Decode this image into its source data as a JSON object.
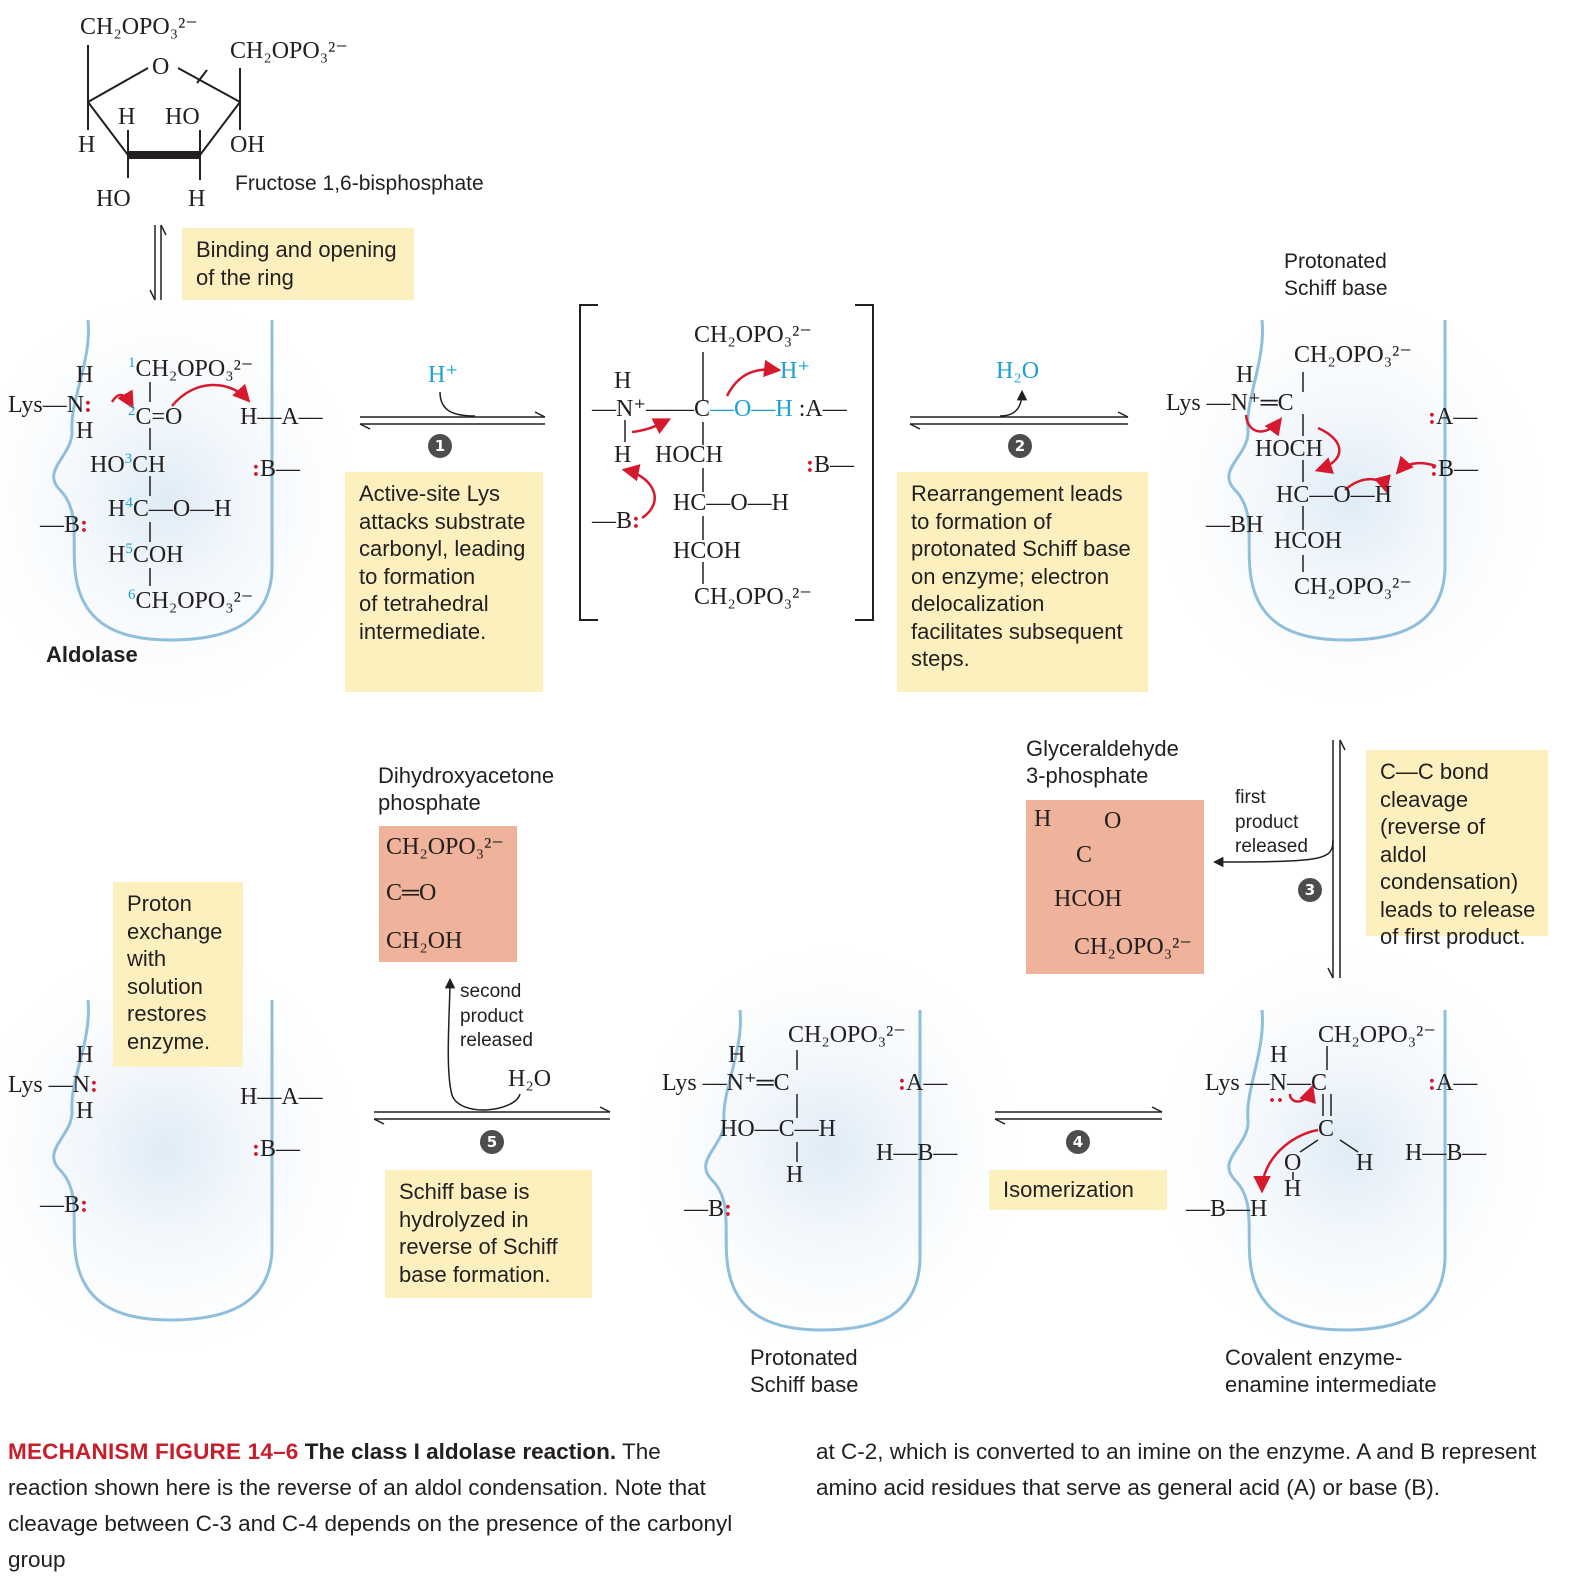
{
  "colors": {
    "note_bg": "#fdf0bf",
    "product_bg": "#efb29a",
    "arrow_red": "#d7192e",
    "atom_blue": "#1ba1d6",
    "enzyme_outline": "#8fbfdc",
    "enzyme_fill": "#e4eff8",
    "caption_red": "#c81e2b",
    "step_badge": "#4d4d4f"
  },
  "substrate": {
    "name": "Fructose 1,6-bisphosphate",
    "groups": {
      "c1": "CH₂OPO₃²⁻",
      "c6": "CH₂OPO₃²⁻",
      "ring_o": "O",
      "h1": "H",
      "ho1": "HO",
      "h_left": "H",
      "oh_right": "OH",
      "ho_bottom": "HO",
      "h_bottom": "H"
    }
  },
  "binding_note": "Binding and opening\nof the ring",
  "enzyme_label": "Aldolase",
  "panel1": {
    "lys": "Lys",
    "n": "N",
    "lone_pair": ":",
    "h_top": "H",
    "h_bottom": "H",
    "c1": "CH₂OPO₃²⁻",
    "c1_num": "1",
    "c2": "C",
    "c2_num": "2",
    "c2_o": "=O",
    "c3": "HO",
    "c3_num": "3",
    "c3_tail": "CH",
    "c4": "H",
    "c4_num": "4",
    "c4_tail": "C—O—H",
    "c5": "H",
    "c5_num": "5",
    "c5_tail": "COH",
    "c6": "CH₂OPO₃²⁻",
    "c6_num": "6",
    "ha": "H—A—",
    "b_right": ":B—",
    "b_left": "—B:"
  },
  "step1": {
    "num": "1",
    "reagent": "H⁺",
    "note": "Active-site Lys\nattacks substrate\ncarbonyl, leading\nto formation\nof tetrahedral\nintermediate."
  },
  "intermediate": {
    "top": "CH₂OPO₃²⁻",
    "h_plus": "H⁺",
    "h_top": "H",
    "n_plus": "—N⁺—",
    "c": "C",
    "oh": "—O—H",
    "a": ":A—",
    "h_low": "H",
    "hoch": "HOCH",
    "b_right": ":B—",
    "b_left": "—B:",
    "hc": "HC—O—H",
    "hcoh": "HCOH",
    "bottom": "CH₂OPO₃²⁻"
  },
  "step2": {
    "num": "2",
    "reagent": "H₂O",
    "note": "Rearrangement leads\nto formation of\nprotonated Schiff base\non enzyme; electron\ndelocalization\nfacilitates subsequent\nsteps."
  },
  "panel3": {
    "title": "Protonated\nSchiff base",
    "top": "CH₂OPO₃²⁻",
    "h": "H",
    "lys_n": "Lys —N⁺═C",
    "a": ":A—",
    "hoch": "HOCH",
    "b": ":B—",
    "bh": "—BH",
    "hc": "HC—O—H",
    "hcoh": "HCOH",
    "bottom": "CH₂OPO₃²⁻"
  },
  "step3": {
    "num": "3",
    "product_label": "Glyceraldehyde\n3-phosphate",
    "release": "first\nproduct\nreleased",
    "note": "C—C bond\ncleavage\n(reverse of aldol\ncondensation)\nleads to release\nof first product.",
    "product": {
      "h": "H",
      "o": "O",
      "c": "C",
      "hcoh": "HCOH",
      "bottom": "CH₂OPO₃²⁻"
    }
  },
  "panel_enamine": {
    "title": "Covalent enzyme-\nenamine intermediate",
    "top": "CH₂OPO₃²⁻",
    "h": "H",
    "lys_n": "Lys —N",
    "c_top": "C",
    "a": ":A—",
    "c_low": "C",
    "o": "O",
    "h_right": "H",
    "hb": "H—B—",
    "oh_h": "H",
    "bh": "—B—H"
  },
  "step4": {
    "num": "4",
    "note": "Isomerization"
  },
  "panel_schiff2": {
    "title": "Protonated\nSchiff base",
    "top": "CH₂OPO₃²⁻",
    "h": "H",
    "lys_n": "Lys —N⁺═C",
    "a": ":A—",
    "hoch": "HO—C—H",
    "hb": "H—B—",
    "h_low": "H",
    "b": "—B:"
  },
  "step5": {
    "num": "5",
    "product_label": "Dihydroxyacetone\nphosphate",
    "release": "second\nproduct\nreleased",
    "reagent": "H₂O",
    "note": "Schiff base is\nhydrolyzed in\nreverse of Schiff\nbase formation.",
    "product": {
      "top": "CH₂OPO₃²⁻",
      "co": "C═O",
      "bottom": "CH₂OH"
    }
  },
  "panel_final": {
    "note": "Proton\nexchange\nwith\nsolution\nrestores\nenzyme.",
    "h_top": "H",
    "lys_n": "Lys —N:",
    "h_bottom": "H",
    "ha": "H—A—",
    "b_right": ":B—",
    "b_left": "—B:"
  },
  "caption": {
    "label": "MECHANISM FIGURE 14–6",
    "title": "The class I aldolase reaction.",
    "left_text": "The reaction shown here is the reverse of an aldol condensation. Note that cleavage between C-3 and C-4 depends on the presence of the carbonyl group",
    "right_text": "at C-2, which is converted to an imine on the enzyme. A and B represent amino acid residues that serve as general acid (A) or base (B)."
  }
}
